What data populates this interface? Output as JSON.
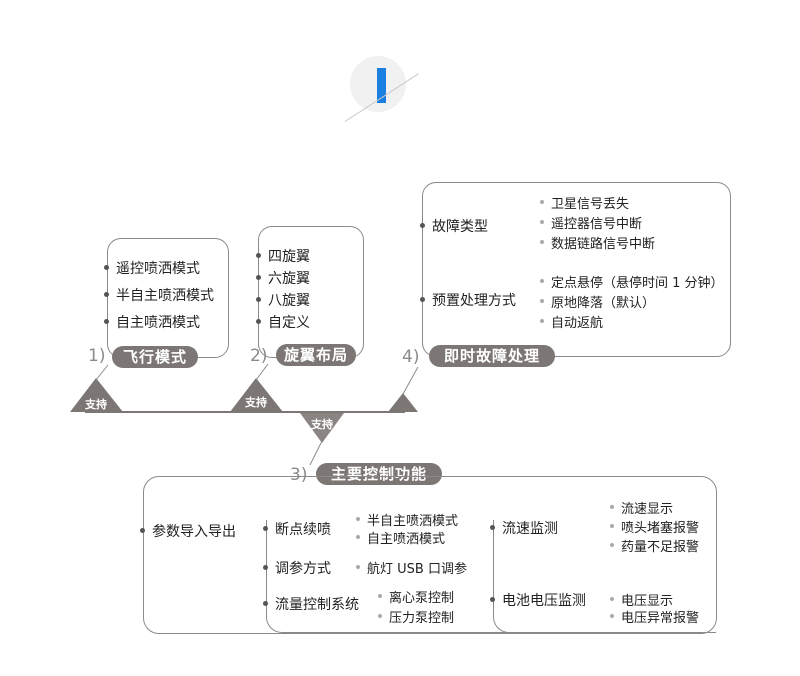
{
  "logo": {
    "icon": "logo-bar-icon",
    "accent": "#1a7fe0"
  },
  "branches": [
    {
      "number": "1)",
      "title": "飞行模式",
      "items": [
        "遥控喷洒模式",
        "半自主喷洒模式",
        "自主喷洒模式"
      ]
    },
    {
      "number": "2)",
      "title": "旋翼布局",
      "items": [
        "四旋翼",
        "六旋翼",
        "八旋翼",
        "自定义"
      ]
    },
    {
      "number": "4)",
      "title": "即时故障处理",
      "groups": [
        {
          "label": "故障类型",
          "subs": [
            "卫星信号丢失",
            "遥控器信号中断",
            "数据链路信号中断"
          ]
        },
        {
          "label": "预置处理方式",
          "subs": [
            "定点悬停（悬停时间 1 分钟）",
            "原地降落（默认）",
            "自动返航"
          ]
        }
      ]
    },
    {
      "number": "3)",
      "title": "主要控制功能",
      "col1": {
        "label": "参数导入导出"
      },
      "col2": [
        {
          "label": "断点续喷",
          "subs": [
            "半自主喷洒模式",
            "自主喷洒模式"
          ]
        },
        {
          "label": "调参方式",
          "subs": [
            "航灯 USB 口调参"
          ]
        },
        {
          "label": "流量控制系统",
          "subs": [
            "离心泵控制",
            "压力泵控制"
          ]
        }
      ],
      "col3": [
        {
          "label": "流速监测",
          "subs": [
            "流速显示",
            "喷头堵塞报警",
            "药量不足报警"
          ]
        },
        {
          "label": "电池电压监测",
          "subs": [
            "电压显示",
            "电压异常报警"
          ]
        }
      ]
    }
  ],
  "supports": [
    "支持",
    "支持",
    "支持"
  ],
  "colors": {
    "pill": "#7c7774",
    "line": "#8a8a8a",
    "accent": "#1a7fe0"
  }
}
